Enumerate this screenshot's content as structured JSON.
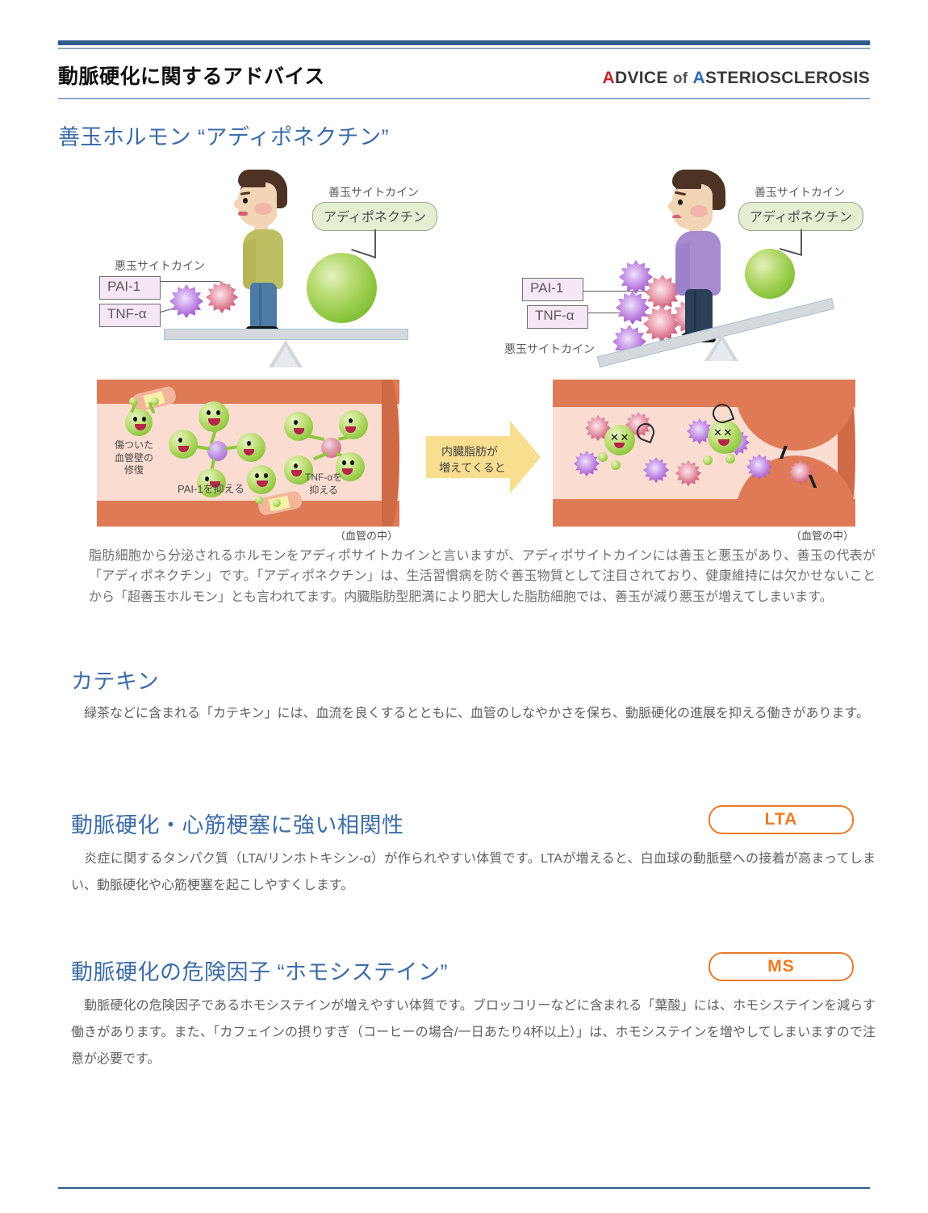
{
  "header": {
    "title_ja": "動脈硬化に関するアドバイス",
    "title_en_parts": {
      "a1": "A",
      "dvice": "DVICE",
      "of": "of",
      "a2": "A",
      "sterio": "STERIOSCLEROSIS"
    }
  },
  "sections": [
    {
      "id": "adiponectin",
      "heading": "善玉ホルモン “アディポネクチン”",
      "body": "脂肪細胞から分泌されるホルモンをアディポサイトカインと言いますが、アディポサイトカインには善玉と悪玉があり、善玉の代表が「アディポネクチン」です。「アディポネクチン」は、生活習慣病を防ぐ善玉物質として注目されており、健康維持には欠かせないことから「超善玉ホルモン」とも言われてます。内臓脂肪型肥満により肥大した脂肪細胞では、善玉が減り悪玉が増えてしまいます。"
    },
    {
      "id": "catechin",
      "heading": "カテキン",
      "body": "　緑茶などに含まれる「カテキン」には、血流を良くするとともに、血管のしなやかさを保ち、動脈硬化の進展を抑える働きがあります。"
    },
    {
      "id": "lta",
      "heading": "動脈硬化・心筋梗塞に強い相関性",
      "badge": "LTA",
      "body": "　炎症に関するタンパク質（LTA/リンホトキシン-α）が作られやすい体質です。LTAが増えると、白血球の動脈壁への接着が高まってしまい、動脈硬化や心筋梗塞を起こしやすくします。"
    },
    {
      "id": "ms",
      "heading": "動脈硬化の危険因子 “ホモシステイン”",
      "badge": "MS",
      "body": "　動脈硬化の危険因子であるホモシステインが増えやすい体質です。ブロッコリーなどに含まれる「葉酸」には、ホモシステインを減らす働きがあります。また、「カフェインの摂りすぎ（コーヒーの場合/一日あたり4杯以上）」は、ホモシステインを増やしてしまいますので注意が必要です。"
    }
  ],
  "figure": {
    "balance_left": {
      "bad_label": "悪玉サイトカイン",
      "good_label": "善玉サイトカイン",
      "pai1": "PAI-1",
      "tnfa": "TNF-α",
      "adiponectin": "アディポネクチン"
    },
    "balance_right": {
      "bad_label": "悪玉サイトカイン",
      "good_label": "善玉サイトカイン",
      "pai1": "PAI-1",
      "tnfa": "TNF-α",
      "adiponectin": "アディポネクチン"
    },
    "vessel_left": {
      "repair": "傷ついた\n血管壁の\n修復",
      "pai1_suppress": "PAI-1を抑える",
      "tnfa_suppress": "TNF-αを\n抑える",
      "caption": "（血管の中）"
    },
    "arrow": {
      "text": "内臓脂肪が\n増えてくると"
    },
    "vessel_right": {
      "caption": "（血管の中）"
    }
  },
  "colors": {
    "rule_blue": "#2E5A8E",
    "heading_blue": "#3C6CA6",
    "badge_orange": "#E8792B",
    "body_gray": "#6E6E6E",
    "accent_red": "#C0272D",
    "accent_blue": "#2E6BAF",
    "vessel_wall": "#DE7B56",
    "vessel_lumen": "#FADCD1",
    "good_green": "#8CC63F",
    "bad_purple": "#A457CF",
    "bad_pink": "#C9516E",
    "arrow_yellow": "#F8DE8E"
  }
}
